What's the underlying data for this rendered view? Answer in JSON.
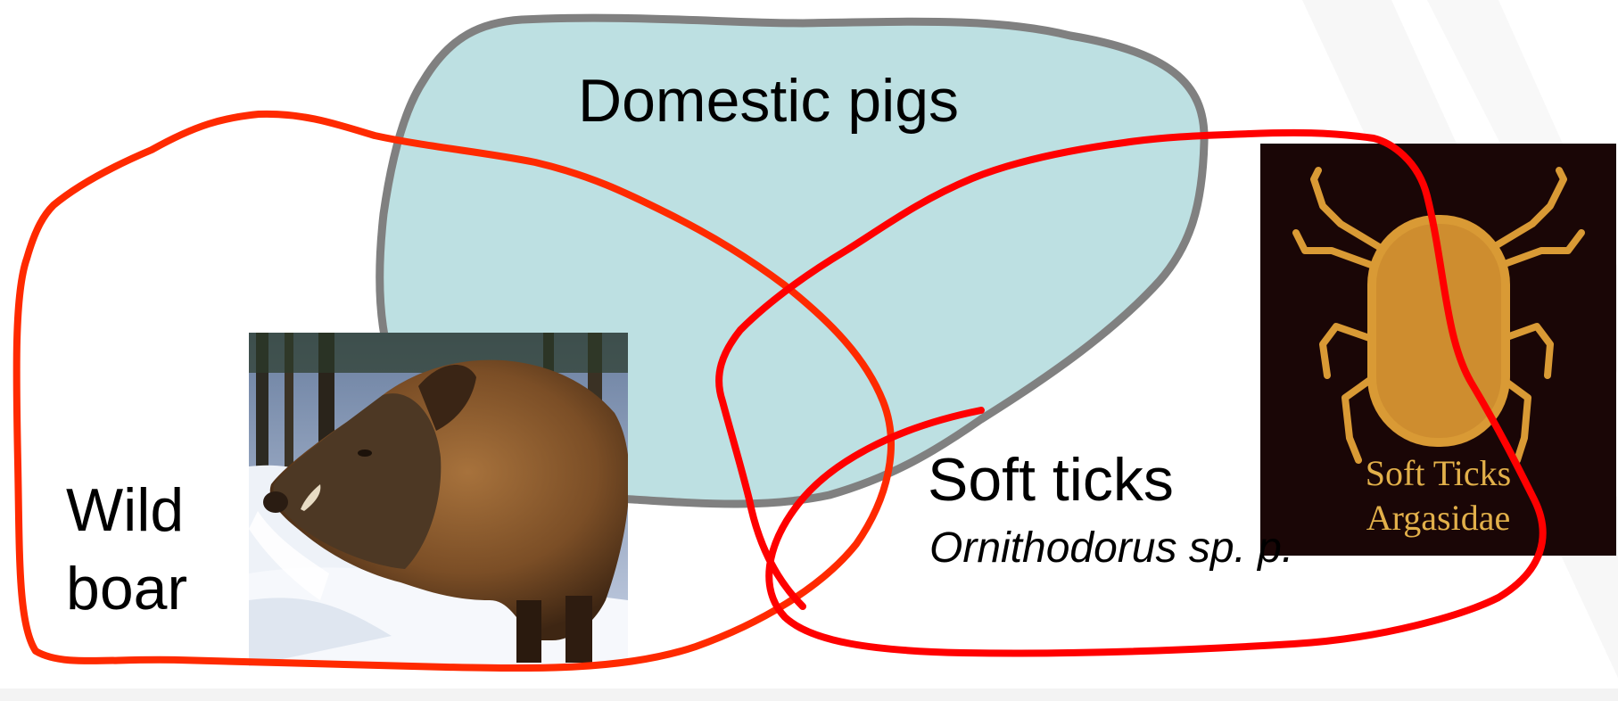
{
  "venn": {
    "domestic_label": "Domestic pigs",
    "wild_label_line1": "Wild",
    "wild_label_line2": "boar",
    "soft_label": "Soft ticks",
    "genus_label": "Ornithodorus sp. p."
  },
  "tick_image": {
    "caption_line1": "Soft Ticks",
    "caption_line2": "Argasidae"
  },
  "colors": {
    "domestic_fill": "#bde0e2",
    "domestic_outline": "#808080",
    "wild_outline": "#ff2a00",
    "tick_outline": "#ff0000",
    "tick_bg": "#1a0606",
    "tick_gold": "#d99a35"
  }
}
